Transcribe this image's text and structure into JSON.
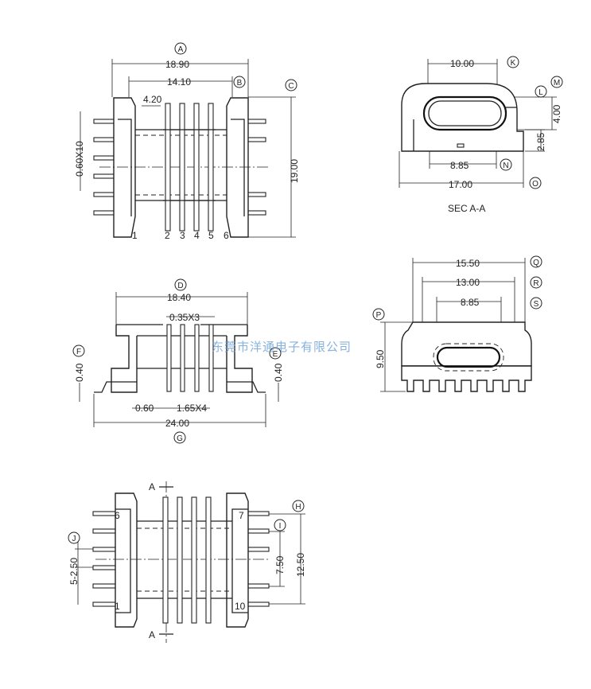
{
  "top_view": {
    "dim_overall": "18.90",
    "dim_inner": "14.10",
    "dim_flange": "4.20",
    "dim_height": "19.00",
    "dim_pitch": "0.60X10",
    "tags": {
      "overall": "A",
      "inner": "B",
      "height": "C"
    },
    "pin_labels": [
      "1",
      "2",
      "3",
      "4",
      "5",
      "6"
    ]
  },
  "section_view": {
    "title": "SEC A-A",
    "dim_top": "10.00",
    "dim_right_h": "4.00",
    "dim_right_l": "2.85",
    "dim_inner": "8.85",
    "dim_overall": "17.00",
    "tags": {
      "top": "K",
      "slot": "L",
      "right": "M",
      "inner": "N",
      "overall": "O"
    }
  },
  "front_view": {
    "dim_top": "18.40",
    "dim_fin": "0.35X3",
    "dim_left": "0.40",
    "dim_right": "0.40",
    "dim_pin": "0.60",
    "dim_pitch": "1.65X4",
    "dim_overall": "24.00",
    "tags": {
      "top": "D",
      "left": "F",
      "right": "E",
      "overall": "G"
    }
  },
  "side_view": {
    "dim_a": "15.50",
    "dim_b": "13.00",
    "dim_c": "8.85",
    "dim_h": "9.50",
    "tags": {
      "a": "Q",
      "b": "R",
      "c": "S",
      "h": "P"
    }
  },
  "bottom_view": {
    "dim_right_outer": "12.50",
    "dim_right_inner": "7.50",
    "dim_left": "5-2.50",
    "section_label": "A",
    "tags": {
      "outer": "H",
      "inner": "I",
      "left": "J"
    },
    "pin_labels": [
      "6",
      "1",
      "7",
      "10"
    ]
  },
  "watermark": "东莞市洋通电子有限公司"
}
